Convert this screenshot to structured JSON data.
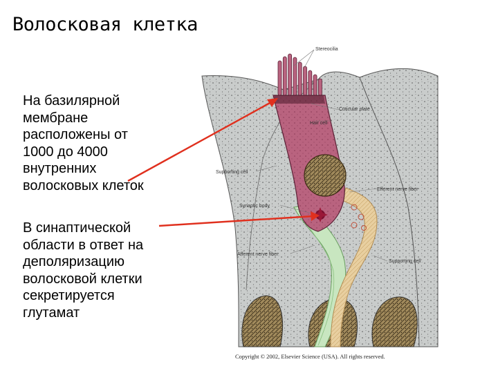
{
  "title": "Волосковая клетка",
  "paragraph1": {
    "lines": [
      "На базилярной",
      "мембране",
      "расположены от",
      "1000 до 4000",
      "внутренних",
      "волосковых клеток"
    ]
  },
  "paragraph2": {
    "lines": [
      "В синаптической",
      "области в ответ на",
      "деполяризацию",
      "волосковой клетки",
      "секретируется",
      "глутамат"
    ]
  },
  "figure": {
    "labels": {
      "stereocilia": "Stereocilia",
      "cuticular_plate": "Cuticular plate",
      "hair_cell": "Hair cell",
      "supporting_cell_left": "Supporting cell",
      "efferent_nerve_fiber": "Efferent nerve fiber",
      "synaptic_body": "Synaptic body",
      "afferent_nerve_fiber": "Afferent nerve fiber",
      "supporting_cell_right": "Supporting cell"
    },
    "copyright": "Copyright © 2002, Elsevier Science (USA). All rights reserved.",
    "colors": {
      "hair_cell": "#b9637f",
      "supporting_tissue": "#c9cccb",
      "nucleus": "#a18a5c",
      "afferent_fiber": "#c8e6c0",
      "efferent_fiber": "#e8cfa0",
      "arrow": "#e0301e"
    }
  }
}
